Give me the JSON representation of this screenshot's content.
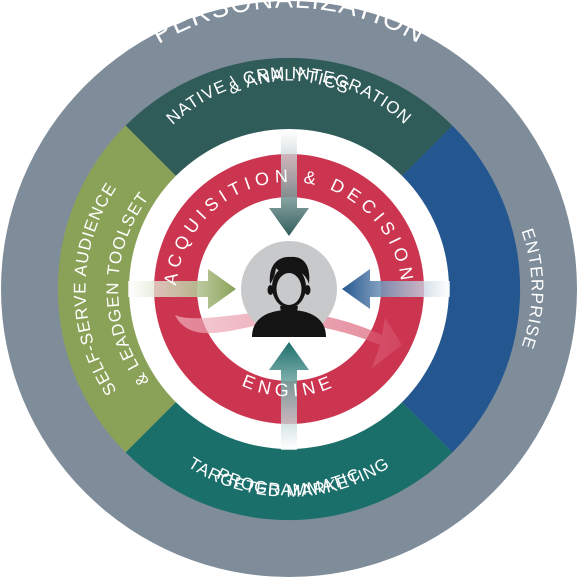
{
  "diagram": {
    "outer_ring": {
      "label": "PERSONALIZATION",
      "color": "#7f8c99"
    },
    "segments": {
      "top": {
        "lines": [
          "NATIVE \\ CRM INTEGRATION",
          "& ANALYTICS"
        ],
        "color": "#2f5b59"
      },
      "right": {
        "lines": [
          "ENTERPRISE"
        ],
        "color": "#245790"
      },
      "bottom": {
        "lines": [
          "TARGETED MARKETING",
          "PROGRAMMATIC"
        ],
        "color": "#1b6f6b"
      },
      "left": {
        "lines": [
          "SELF-SERVE AUDIENCE",
          "& LEADGEN TOOLSET"
        ],
        "color": "#8aa257"
      }
    },
    "inner_ring": {
      "top_label": "ACQUISITION & DECISION",
      "bottom_label": "ENGINE",
      "color": "#cc3550"
    },
    "center": {
      "icon": "user-avatar-icon",
      "circle_color": "#c8c9cb"
    }
  }
}
